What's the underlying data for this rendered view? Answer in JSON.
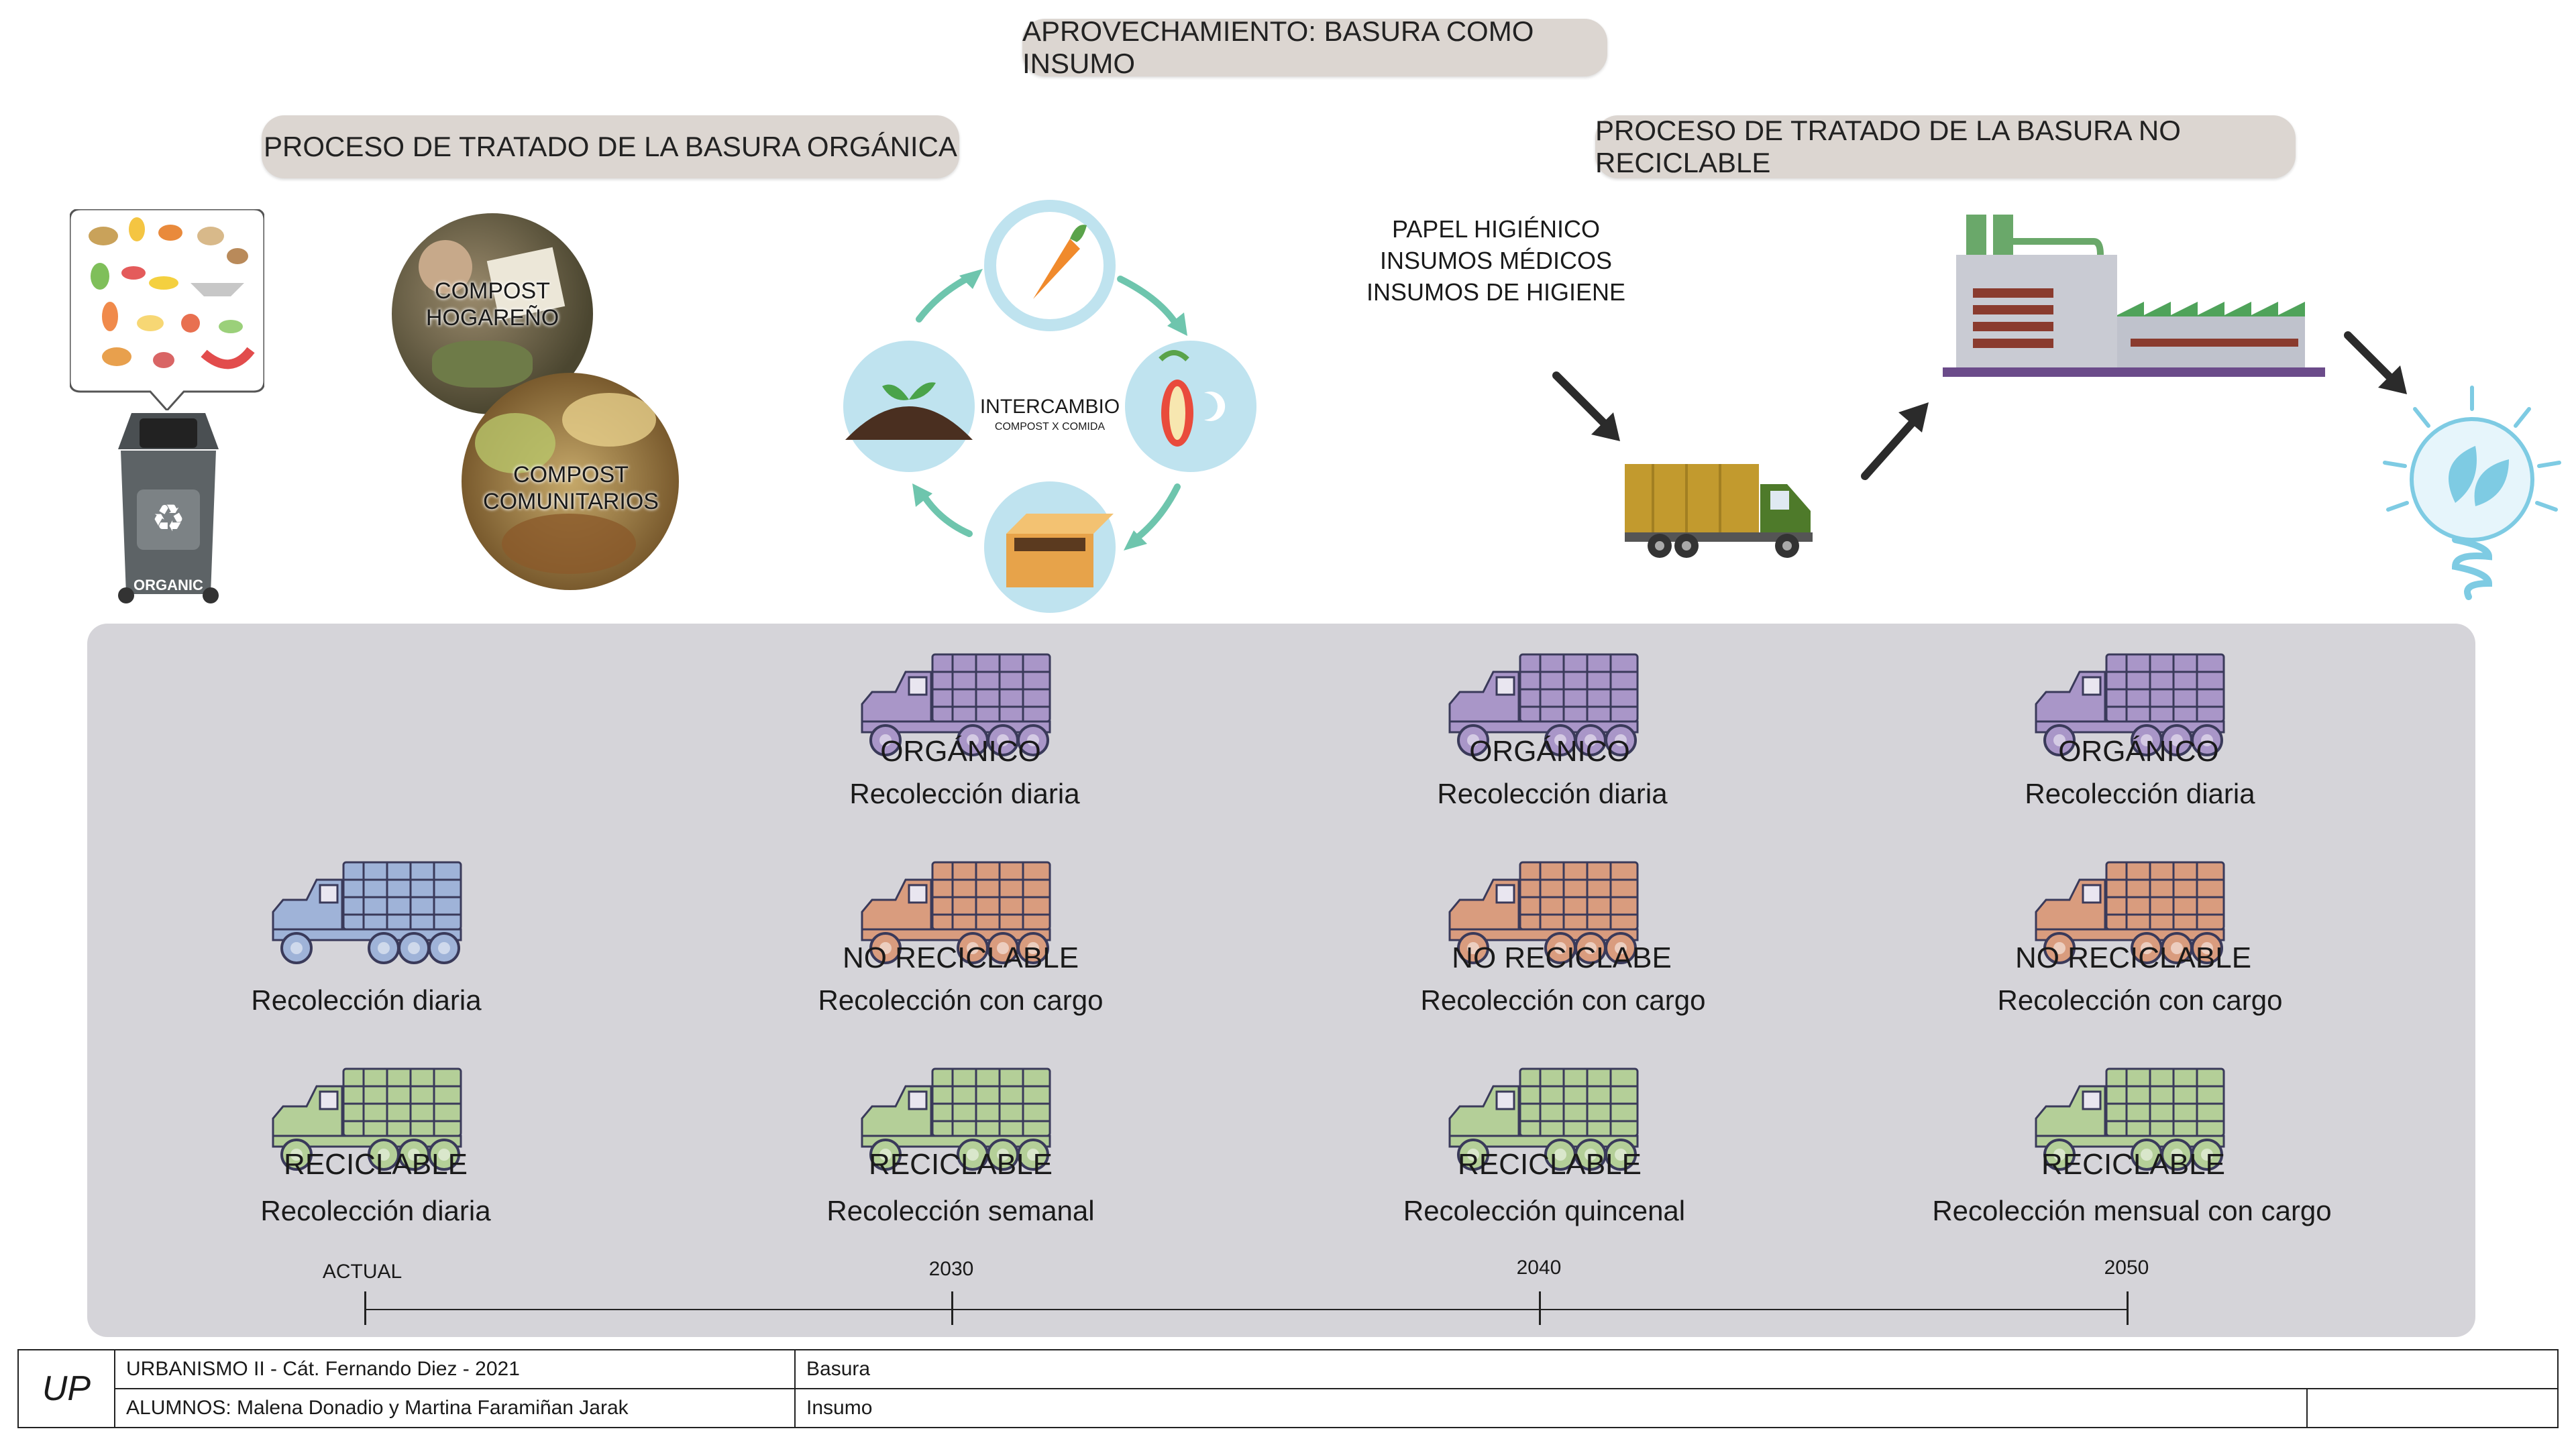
{
  "header": {
    "main_title": "APROVECHAMIENTO: BASURA COMO INSUMO",
    "organic_title": "PROCESO DE TRATADO DE LA BASURA ORGÁNICA",
    "nonrecyclable_title": "PROCESO DE TRATADO DE LA BASURA NO RECICLABLE"
  },
  "organic": {
    "bin_label": "ORGANIC",
    "compost_home": "COMPOST HOGAREÑO",
    "compost_community": "COMPOST COMUNITARIOS",
    "cycle_title": "INTERCAMBIO",
    "cycle_subtitle": "COMPOST X COMIDA"
  },
  "nonrecyclable": {
    "items": [
      "PAPEL HIGIÉNICO",
      "INSUMOS MÉDICOS",
      "INSUMOS DE HIGIENE"
    ]
  },
  "timeline": {
    "ticks": [
      "ACTUAL",
      "2030",
      "2040",
      "2050"
    ],
    "actual": {
      "collection": "Recolección diaria",
      "recyclable_name": "RECICLABLE",
      "recyclable_desc": "Recolección diaria"
    },
    "y2030": {
      "organic_name": "ORGÁNICO",
      "organic_desc": "Recolección diaria",
      "nonrec_name": "NO RECICLABLE",
      "nonrec_desc": "Recolección con cargo",
      "rec_name": "RECICLABLE",
      "rec_desc": "Recolección semanal"
    },
    "y2040": {
      "organic_name": "ORGÁNICO",
      "organic_desc": "Recolección diaria",
      "nonrec_name": "NO RECICLABE",
      "nonrec_desc": "Recolección con cargo",
      "rec_name": "RECICLABLE",
      "rec_desc": "Recolección quincenal"
    },
    "y2050": {
      "organic_name": "ORGÁNICO",
      "organic_desc": "Recolección diaria",
      "nonrec_name": "NO RECICLABLE",
      "nonrec_desc": "Recolección con cargo",
      "rec_name": "RECICLABLE",
      "rec_desc": "Recolección mensual con cargo"
    }
  },
  "colors": {
    "organic_truck": "#a996c8",
    "nonrec_truck": "#d99c7e",
    "rec_truck": "#b4cf98",
    "current_truck": "#9fb3d8",
    "cycle_arrow": "#6ec5ad"
  },
  "footer": {
    "logo": "UP",
    "course": "URBANISMO II - Cát. Fernando Diez - 2021",
    "students": "ALUMNOS: Malena Donadio y Martina Faramiñan Jarak",
    "topic": "Basura",
    "subtopic": "Insumo"
  }
}
